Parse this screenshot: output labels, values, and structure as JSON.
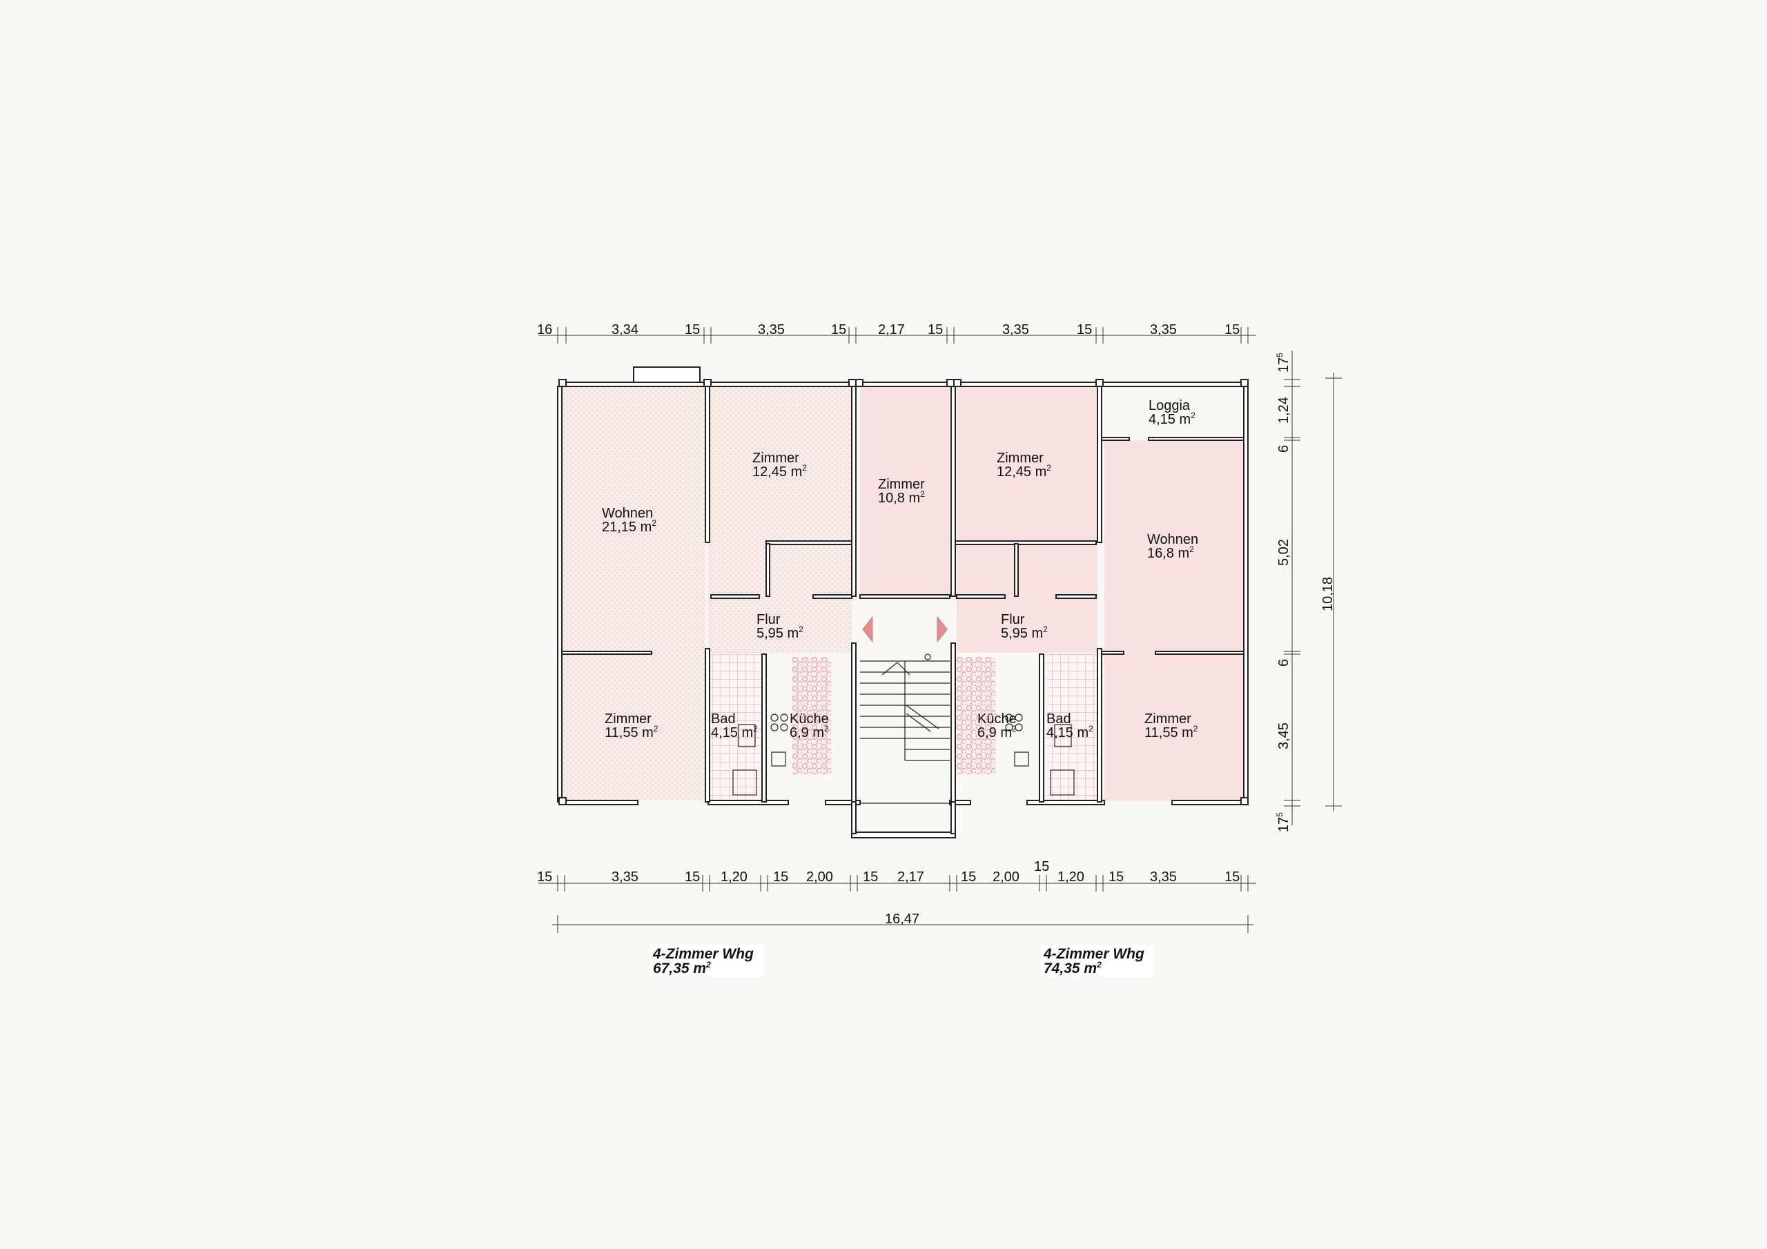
{
  "colors": {
    "background": "#f9f8f5",
    "pink": "#f9e1df",
    "pink_light": "#f7e9e5",
    "hatch": "#e6a5a5",
    "wall_stroke": "#222222"
  },
  "rooms": {
    "left_wohnen": {
      "name": "Wohnen",
      "area": "21,15 m"
    },
    "left_zimmer_top": {
      "name": "Zimmer",
      "area": "12,45 m"
    },
    "mid_zimmer": {
      "name": "Zimmer",
      "area": "10,8 m"
    },
    "right_zimmer_top": {
      "name": "Zimmer",
      "area": "12,45 m"
    },
    "loggia": {
      "name": "Loggia",
      "area": "4,15 m"
    },
    "right_wohnen": {
      "name": "Wohnen",
      "area": "16,8 m"
    },
    "left_flur": {
      "name": "Flur",
      "area": "5,95 m"
    },
    "right_flur": {
      "name": "Flur",
      "area": "5,95 m"
    },
    "left_zimmer_bottom": {
      "name": "Zimmer",
      "area": "11,55 m"
    },
    "left_bad": {
      "name": "Bad",
      "area": "4,15 m"
    },
    "left_kueche": {
      "name": "Küche",
      "area": "6,9 m"
    },
    "right_kueche": {
      "name": "Küche",
      "area": "6,9 m"
    },
    "right_bad": {
      "name": "Bad",
      "area": "4,15 m"
    },
    "right_zimmer_bottom": {
      "name": "Zimmer",
      "area": "11,55 m"
    },
    "area_sup": "2"
  },
  "dimensions": {
    "top": [
      "16",
      "3,34",
      "15",
      "3,35",
      "15",
      "2,17",
      "15",
      "3,35",
      "15",
      "3,35",
      "15"
    ],
    "bottom": [
      "15",
      "3,35",
      "15",
      "1,20",
      "15",
      "2,00",
      "15",
      "2,17",
      "15",
      "2,00",
      "15",
      "1,20",
      "15",
      "3,35",
      "15"
    ],
    "bottom_extra": "15",
    "total_width": "16,47",
    "right": [
      "17",
      "1,24",
      "6",
      "5,02",
      "6",
      "3,45",
      "17"
    ],
    "right_sup": "5",
    "total_depth": "10,18"
  },
  "units": {
    "left": {
      "title": "4-Zimmer Whg",
      "area": "67,35 m"
    },
    "right": {
      "title": "4-Zimmer Whg",
      "area": "74,35 m"
    }
  }
}
